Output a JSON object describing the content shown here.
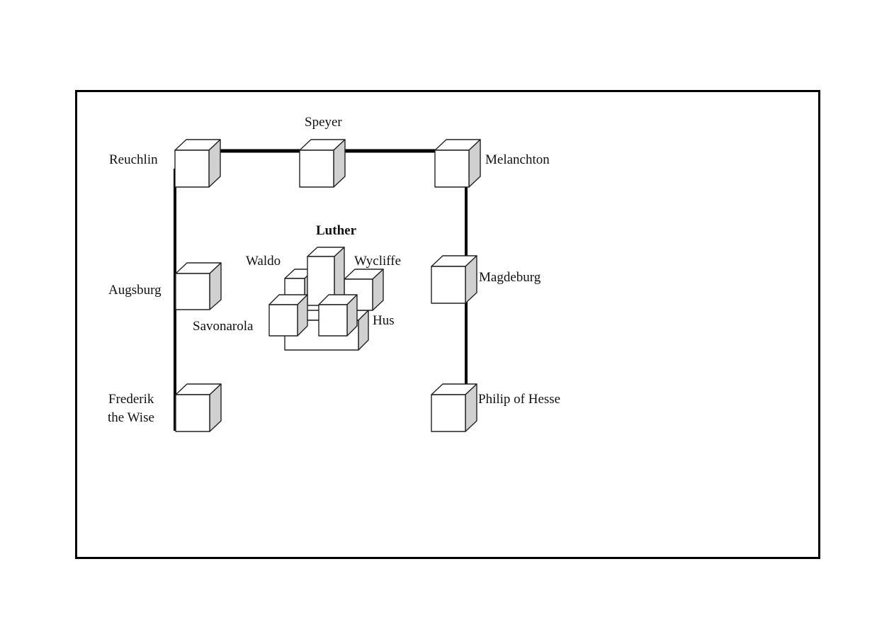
{
  "labels": {
    "speyer": "Speyer",
    "reuchlin": "Reuchlin",
    "melanchton": "Melanchton",
    "augsburg": "Augsburg",
    "magdeburg": "Magdeburg",
    "frederik_line1": "Frederik",
    "frederik_line2": "the Wise",
    "philip": "Philip of Hesse",
    "luther": "Luther",
    "waldo": "Waldo",
    "wycliffe": "Wycliffe",
    "savonarola": "Savonarola",
    "hus": "Hus"
  },
  "colors": {
    "front": "#ffffff",
    "top": "#ffffff",
    "side": "#d0d0d0",
    "line": "#000000",
    "frame": "#000000"
  }
}
